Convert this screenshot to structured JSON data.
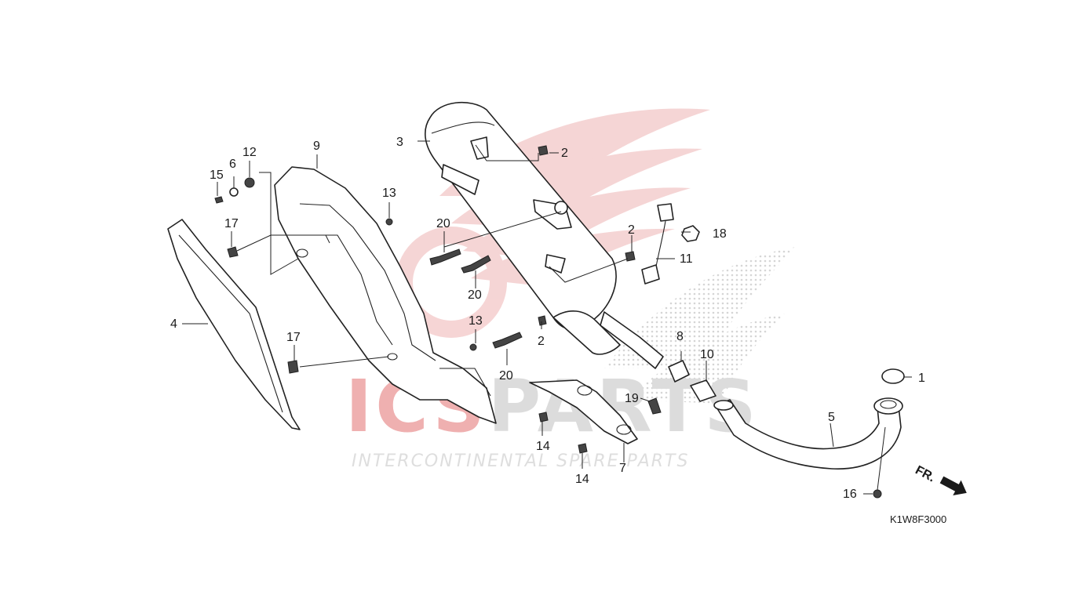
{
  "watermark": {
    "brand": "ICSPARTS",
    "brand_red_part": "ICS",
    "brand_grey_part": "PARTS",
    "tagline": "INTERCONTINENTAL SPARE PARTS",
    "colors": {
      "red": "#e8a7a7",
      "grey": "#d9d9d9"
    }
  },
  "diagram": {
    "code": "K1W8F3000",
    "direction_label": "FR.",
    "callouts": [
      "1",
      "2",
      "2",
      "2",
      "3",
      "4",
      "5",
      "6",
      "7",
      "8",
      "9",
      "10",
      "11",
      "12",
      "13",
      "13",
      "14",
      "14",
      "15",
      "16",
      "17",
      "17",
      "18",
      "19",
      "20",
      "20",
      "20"
    ]
  }
}
